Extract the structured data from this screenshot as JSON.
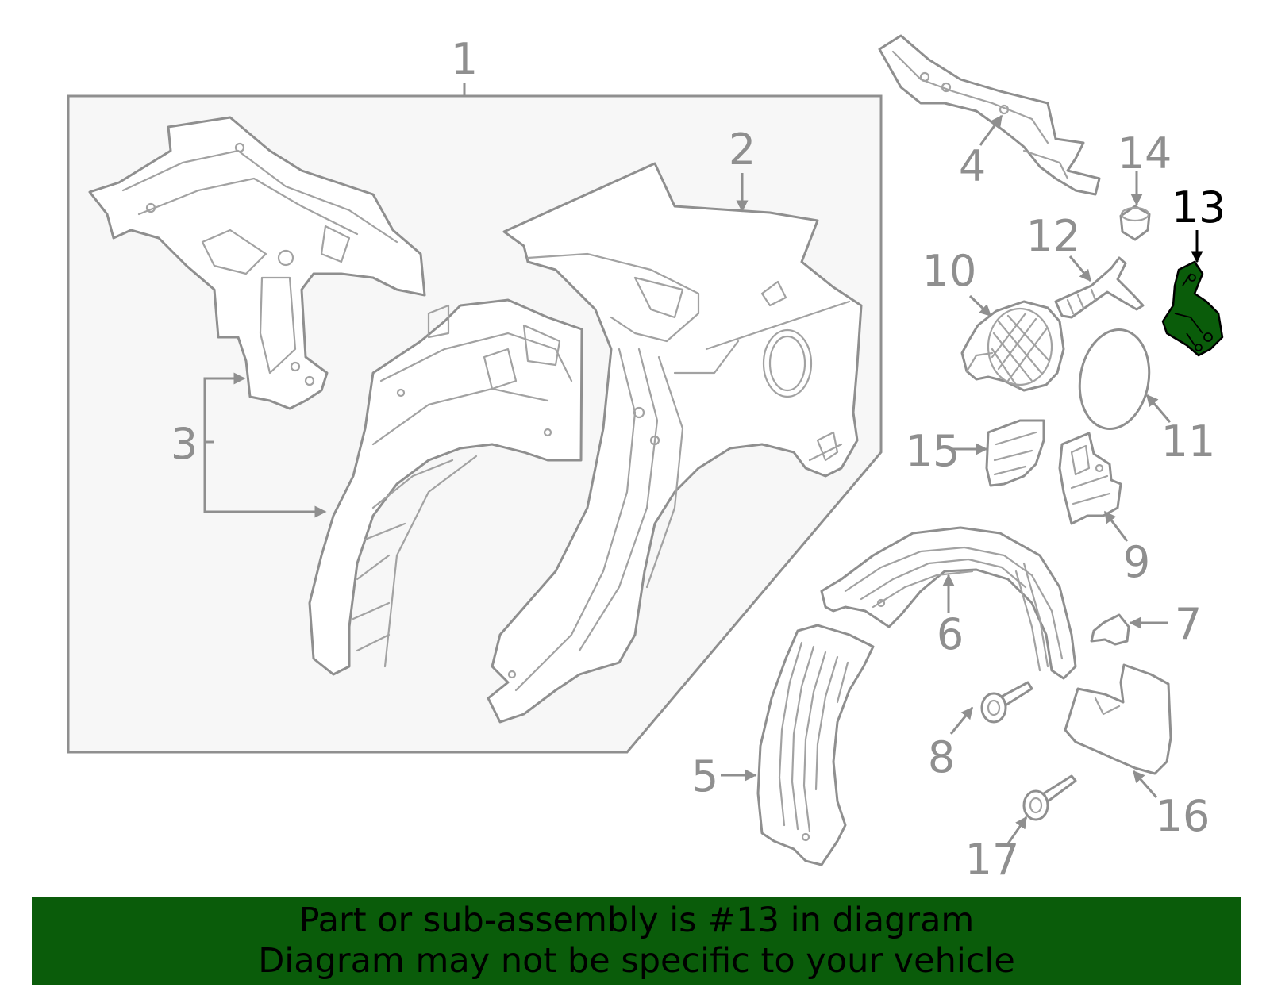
{
  "diagram": {
    "highlight_color": "#0a5c0a",
    "callouts": [
      {
        "id": "1",
        "label": "1",
        "highlighted": false
      },
      {
        "id": "2",
        "label": "2",
        "highlighted": false
      },
      {
        "id": "3",
        "label": "3",
        "highlighted": false
      },
      {
        "id": "4",
        "label": "4",
        "highlighted": false
      },
      {
        "id": "5",
        "label": "5",
        "highlighted": false
      },
      {
        "id": "6",
        "label": "6",
        "highlighted": false
      },
      {
        "id": "7",
        "label": "7",
        "highlighted": false
      },
      {
        "id": "8",
        "label": "8",
        "highlighted": false
      },
      {
        "id": "9",
        "label": "9",
        "highlighted": false
      },
      {
        "id": "10",
        "label": "10",
        "highlighted": false
      },
      {
        "id": "11",
        "label": "11",
        "highlighted": false
      },
      {
        "id": "12",
        "label": "12",
        "highlighted": false
      },
      {
        "id": "13",
        "label": "13",
        "highlighted": true
      },
      {
        "id": "14",
        "label": "14",
        "highlighted": false
      },
      {
        "id": "15",
        "label": "15",
        "highlighted": false
      },
      {
        "id": "16",
        "label": "16",
        "highlighted": false
      },
      {
        "id": "17",
        "label": "17",
        "highlighted": false
      }
    ]
  },
  "banner": {
    "background_color": "#0a5c0a",
    "line1": "Part or sub-assembly is #13 in diagram",
    "line2": "Diagram may not be specific to your vehicle"
  }
}
